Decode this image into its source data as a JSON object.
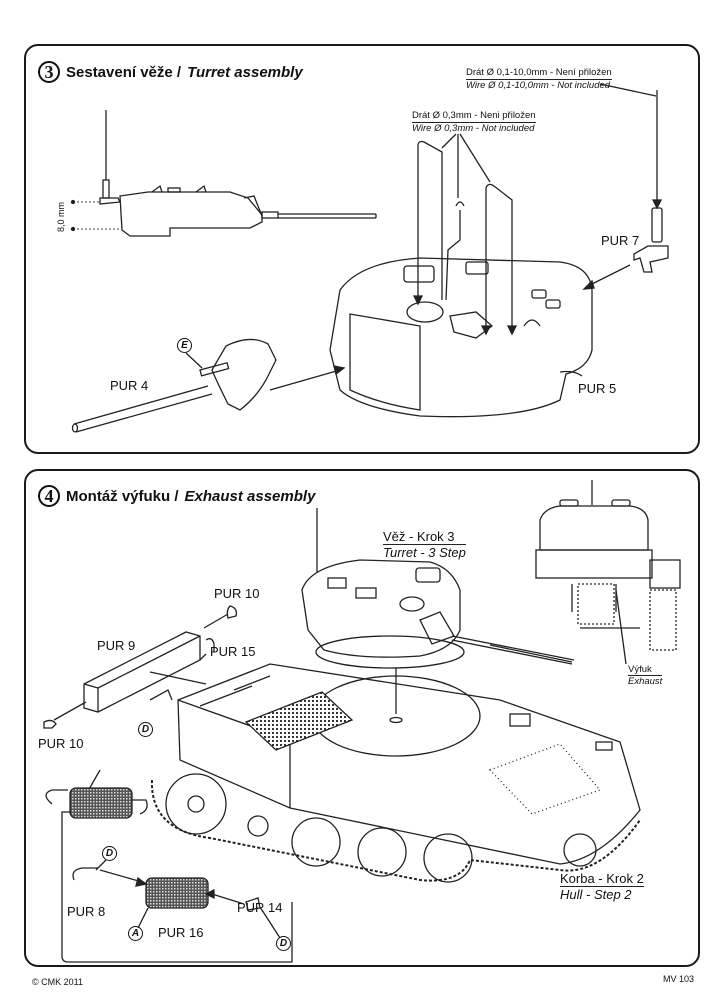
{
  "step3": {
    "number": "3",
    "title_cz": "Sestavení věže /",
    "title_en": "Turret assembly",
    "note_wire_long": {
      "cz": "Drát Ø 0,1-10,0mm  - Není přiložen",
      "en": "Wire Ø 0,1-10,0mm - Not included"
    },
    "note_wire_03": {
      "cz": "Drát Ø 0,3mm - Neni přiložen",
      "en": "Wire Ø 0,3mm - Not included"
    },
    "dimension": "8,0 mm",
    "parts": [
      "PUR 7",
      "PUR 4",
      "PUR 5"
    ],
    "badge_e": "E"
  },
  "step4": {
    "number": "4",
    "title_cz": "Montáž výfuku /",
    "title_en": "Exhaust assembly",
    "turret_ref": {
      "cz": "Věž - Krok 3",
      "en": "Turret - 3 Step"
    },
    "hull_ref": {
      "cz": "Korba - Krok 2",
      "en": "Hull - Step 2"
    },
    "exhaust_ref": {
      "cz": "Výfuk",
      "en": "Exhaust"
    },
    "parts": {
      "pur10_top": "PUR 10",
      "pur9": "PUR 9",
      "pur15": "PUR 15",
      "pur10_bottom": "PUR 10",
      "pur8": "PUR 8",
      "pur16": "PUR 16",
      "pur14": "PUR 14"
    },
    "badges": {
      "d": "D",
      "a": "A"
    }
  },
  "footer": {
    "copyright": "© CMK 2011",
    "code": "MV 103"
  }
}
